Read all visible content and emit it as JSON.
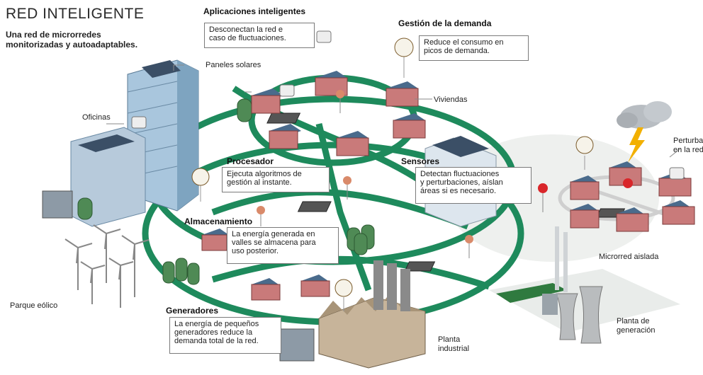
{
  "title": "RED INTELIGENTE",
  "subtitle": "Una red de microrredes\nmonitorizadas y autoadaptables.",
  "sections": {
    "aplicaciones": {
      "heading": "Aplicaciones inteligentes",
      "text": "Desconectan la red e\ncaso de fluctuaciones."
    },
    "demanda": {
      "heading": "Gestión de la demanda",
      "text": "Reduce el consumo en\npicos de demanda."
    },
    "procesador": {
      "heading": "Procesador",
      "text": "Ejecuta algoritmos de\ngestión al instante."
    },
    "sensores": {
      "heading": "Sensores",
      "text": "Detectan fluctuaciones\ny perturbaciones, aíslan\náreas si es necesario."
    },
    "almacenamiento": {
      "heading": "Almacenamiento",
      "text": "La energía generada en\nvalles se almacena para\nuso posterior."
    },
    "generadores": {
      "heading": "Generadores",
      "text": "La energía de pequeños\ngeneradores reduce la\ndemanda total de la red."
    }
  },
  "labels": {
    "paneles": "Paneles solares",
    "viviendas": "Viviendas",
    "oficinas": "Oficinas",
    "perturbacion": "Perturbació\nen la red",
    "microrred": "Microrred aislada",
    "parque": "Parque eólico",
    "planta_gen": "Planta de\ngeneración",
    "planta_ind": "Planta\nindustrial"
  },
  "colors": {
    "grid_green": "#1e8a5c",
    "roof": "#4a6b8c",
    "wall": "#c97a7a",
    "tower": "#a9c6dd"
  }
}
